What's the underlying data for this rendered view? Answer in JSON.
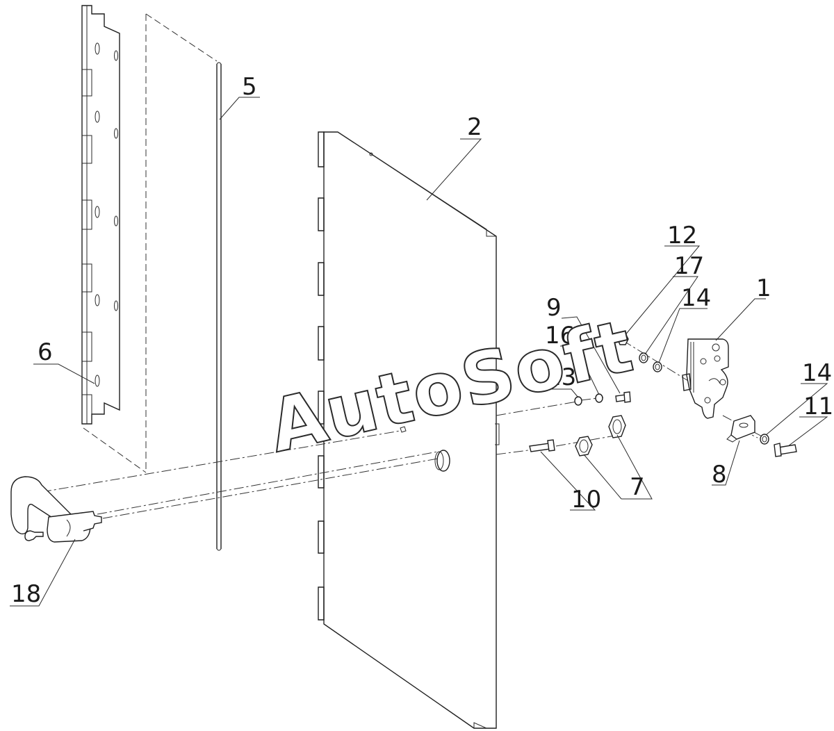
{
  "watermark": "AutoSoft",
  "callouts": {
    "c1": "1",
    "c2": "2",
    "c5": "5",
    "c6": "6",
    "c7": "7",
    "c8": "8",
    "c9": "9",
    "c10": "10",
    "c11": "11",
    "c12": "12",
    "c13": "13",
    "c14a": "14",
    "c14b": "14",
    "c16": "16",
    "c17": "17",
    "c18": "18"
  },
  "colors": {
    "line": "#1e1e1e",
    "background": "#ffffff"
  }
}
